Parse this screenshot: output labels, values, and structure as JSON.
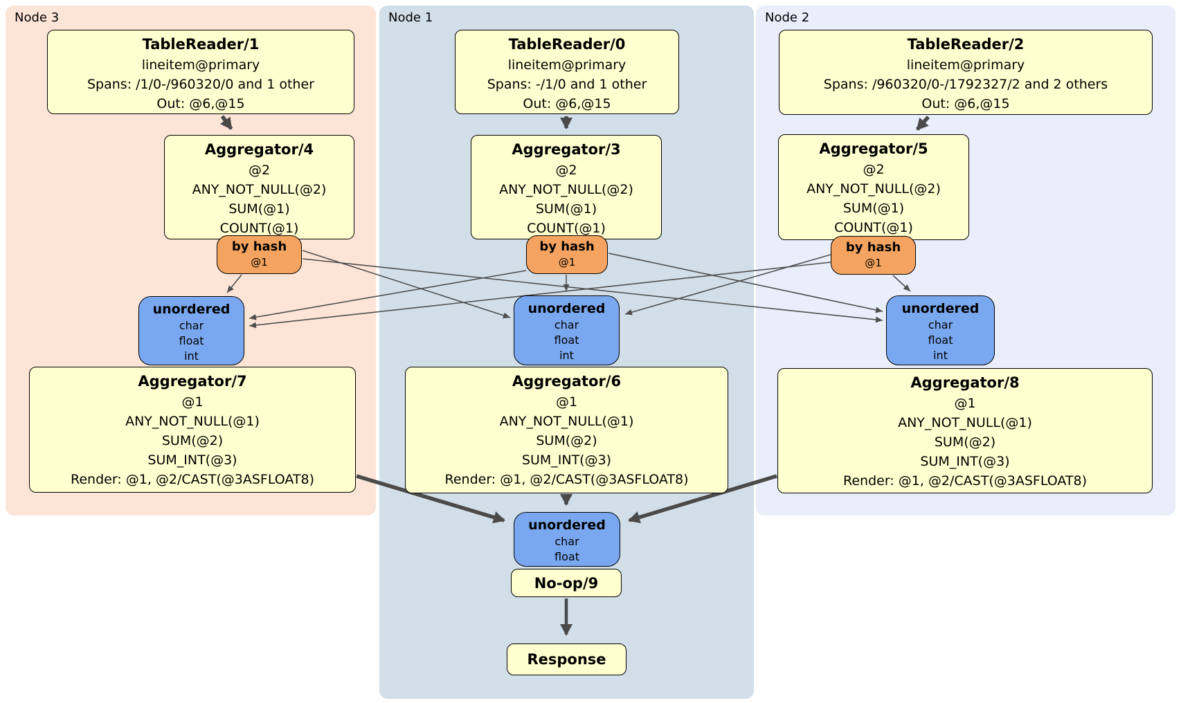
{
  "panels": [
    {
      "label": "Node 3"
    },
    {
      "label": "Node 1"
    },
    {
      "label": "Node 2"
    }
  ],
  "colors": {
    "node3_bg": "#fce4d6",
    "node1_bg": "#d2dfe9",
    "node2_bg": "#e9eefa",
    "processor_bg": "#ffffd0",
    "router_bg": "#f4a460",
    "sync_bg": "#7aa8f0",
    "edge": "#4a4a4a"
  },
  "processors": {
    "tr1": {
      "title": "TableReader/1",
      "lines": [
        "lineitem@primary",
        "Spans: /1/0-/960320/0 and 1 other",
        "Out: @6,@15"
      ]
    },
    "tr0": {
      "title": "TableReader/0",
      "lines": [
        "lineitem@primary",
        "Spans: -/1/0 and 1 other",
        "Out: @6,@15"
      ]
    },
    "tr2": {
      "title": "TableReader/2",
      "lines": [
        "lineitem@primary",
        "Spans: /960320/0-/1792327/2 and 2 others",
        "Out: @6,@15"
      ]
    },
    "agg4": {
      "title": "Aggregator/4",
      "lines": [
        "@2",
        "ANY_NOT_NULL(@2)",
        "SUM(@1)",
        "COUNT(@1)"
      ]
    },
    "agg3": {
      "title": "Aggregator/3",
      "lines": [
        "@2",
        "ANY_NOT_NULL(@2)",
        "SUM(@1)",
        "COUNT(@1)"
      ]
    },
    "agg5": {
      "title": "Aggregator/5",
      "lines": [
        "@2",
        "ANY_NOT_NULL(@2)",
        "SUM(@1)",
        "COUNT(@1)"
      ]
    },
    "agg7": {
      "title": "Aggregator/7",
      "lines": [
        "@1",
        "ANY_NOT_NULL(@1)",
        "SUM(@2)",
        "SUM_INT(@3)",
        "Render: @1, @2/CAST(@3ASFLOAT8)"
      ]
    },
    "agg6": {
      "title": "Aggregator/6",
      "lines": [
        "@1",
        "ANY_NOT_NULL(@1)",
        "SUM(@2)",
        "SUM_INT(@3)",
        "Render: @1, @2/CAST(@3ASFLOAT8)"
      ]
    },
    "agg8": {
      "title": "Aggregator/8",
      "lines": [
        "@1",
        "ANY_NOT_NULL(@1)",
        "SUM(@2)",
        "SUM_INT(@3)",
        "Render: @1, @2/CAST(@3ASFLOAT8)"
      ]
    },
    "noop": {
      "title": "No-op/9"
    },
    "response": {
      "title": "Response"
    }
  },
  "routers": {
    "hash3": {
      "title": "by hash",
      "detail": "@1"
    },
    "hash1": {
      "title": "by hash",
      "detail": "@1"
    },
    "hash2": {
      "title": "by hash",
      "detail": "@1"
    }
  },
  "syncs": {
    "un3": {
      "title": "unordered",
      "lines": [
        "char",
        "float",
        "int"
      ]
    },
    "un1": {
      "title": "unordered",
      "lines": [
        "char",
        "float",
        "int"
      ]
    },
    "un2": {
      "title": "unordered",
      "lines": [
        "char",
        "float",
        "int"
      ]
    },
    "unf": {
      "title": "unordered",
      "lines": [
        "char",
        "float"
      ]
    }
  }
}
